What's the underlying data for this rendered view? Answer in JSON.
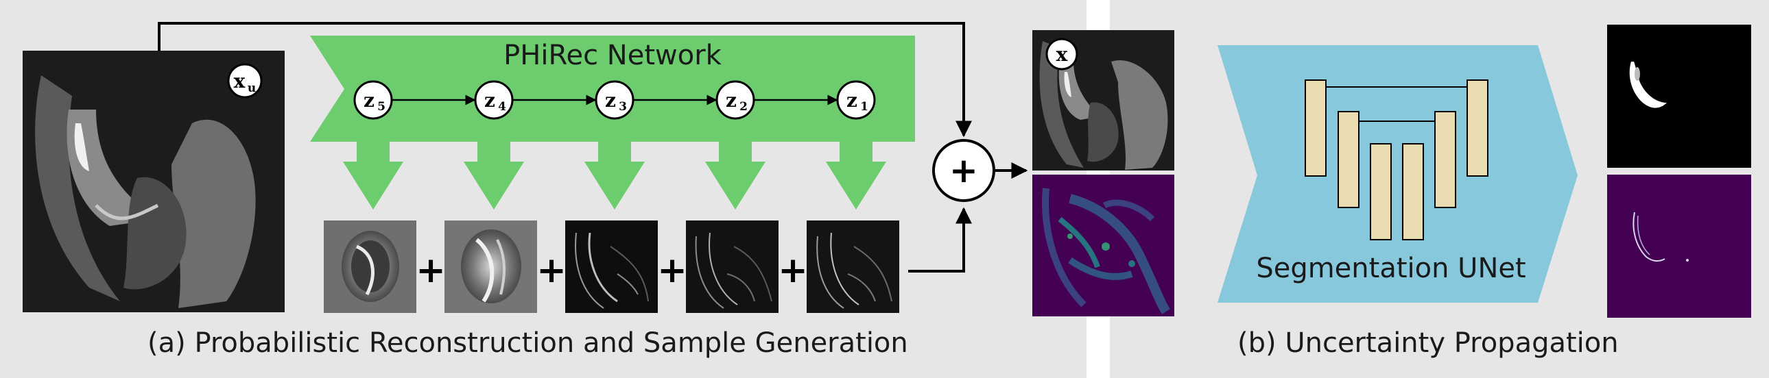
{
  "network": {
    "title": "PHiRec Network",
    "latents": [
      {
        "base": "z",
        "sub": "5"
      },
      {
        "base": "z",
        "sub": "4"
      },
      {
        "base": "z",
        "sub": "3"
      },
      {
        "base": "z",
        "sub": "2"
      },
      {
        "base": "z",
        "sub": "1"
      }
    ]
  },
  "input": {
    "base": "x",
    "sub": "u"
  },
  "output": {
    "label": "x"
  },
  "operators": {
    "plus": "+",
    "sum": "+"
  },
  "segmentation": {
    "title": "Segmentation UNet"
  },
  "captions": {
    "a": "(a) Probabilistic Reconstruction and Sample Generation",
    "b": "(b) Uncertainty Propagation"
  },
  "colors": {
    "network_green": "#6dcc6d",
    "unet_blue": "#87c8dc",
    "unet_block": "#e9dcb0",
    "heatmap_bg": "#440154",
    "background": "#e6e6e6"
  }
}
